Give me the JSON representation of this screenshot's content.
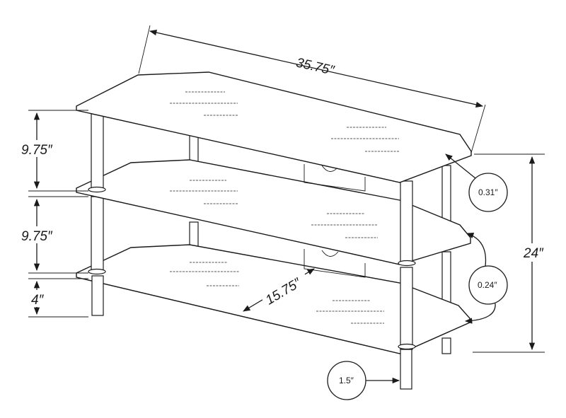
{
  "dimensions": {
    "width": "35.75″",
    "height": "24″",
    "depth": "15.75″",
    "shelf_gap_top": "9.75″",
    "shelf_gap_middle": "9.75″",
    "leg_height": "4″",
    "top_thickness": "0.31″",
    "shelf_thickness": "0.24″",
    "post_diameter": "1.5″"
  }
}
